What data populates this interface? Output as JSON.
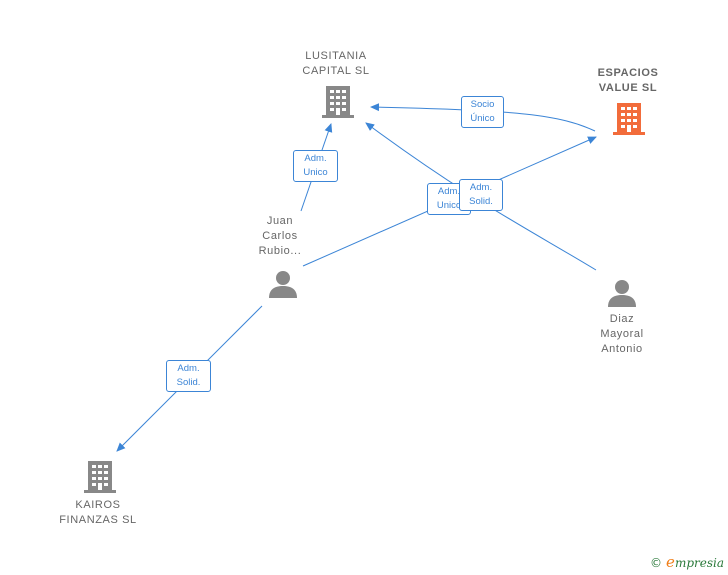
{
  "colors": {
    "edge": "#3c85d6",
    "node_gray": "#888888",
    "node_main": "#f26c3b",
    "text": "#666666"
  },
  "nodes": {
    "lusitania": {
      "label": "LUSITANIA\nCAPITAL  SL",
      "icon": "building-icon"
    },
    "espacios": {
      "label": "ESPACIOS\nVALUE  SL",
      "icon": "building-icon"
    },
    "juan": {
      "label": "Juan\nCarlos\nRubio...",
      "icon": "person-icon"
    },
    "diaz": {
      "label": "Diaz\nMayoral\nAntonio",
      "icon": "person-icon"
    },
    "kairos": {
      "label": "KAIROS\nFINANZAS  SL",
      "icon": "building-icon"
    }
  },
  "edges": {
    "espacios_lusitania": "Socio\nÚnico",
    "juan_lusitania": "Adm.\nUnico",
    "juan_espacios": "Adm.\nUnico",
    "diaz_lusitania": "Adm.\nSolid.",
    "juan_kairos": "Adm.\nSolid."
  },
  "watermark": {
    "copyright": "©",
    "brand_initial": "e",
    "brand_rest": "mpresia"
  }
}
